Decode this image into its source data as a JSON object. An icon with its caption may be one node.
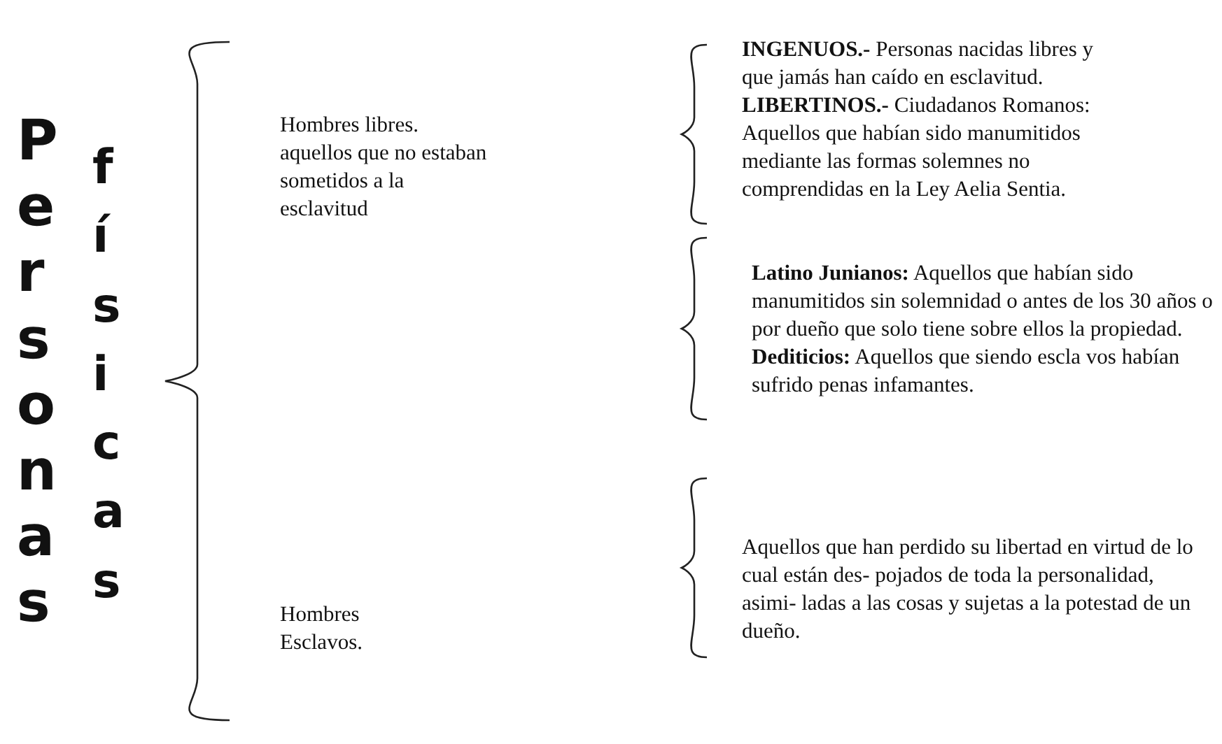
{
  "diagram": {
    "labels": [
      "Personas",
      "físicas",
      "Hombres libres. aquellos que no estaban sometidos a la esclavitud",
      "**INGENUOS.-** Personas nacidas libres y que jamás han caído en esclavitud.",
      "**LIBERTINOS.-** Ciudadanos Romanos: Aquellos que habían sido manumitidos mediante las formas solemnes no comprendidas en la Ley Aelia Sentia.",
      "**Latino Junianos:** Aquellos que habían sido manumitidos sin solemnidad o antes de los 30 años o por dueño que solo tiene sobre ellos la propiedad.",
      "**Dediticios:** Aquellos que siendo escla vos habían sufrido penas infamantes.",
      "Hombres Esclavos.",
      "Aquellos que han perdido su libertad en virtud de lo cual están des- pojados de toda la personalidad, asimi- ladas a las cosas y sujetas a la potestad de un dueño."
    ]
  }
}
